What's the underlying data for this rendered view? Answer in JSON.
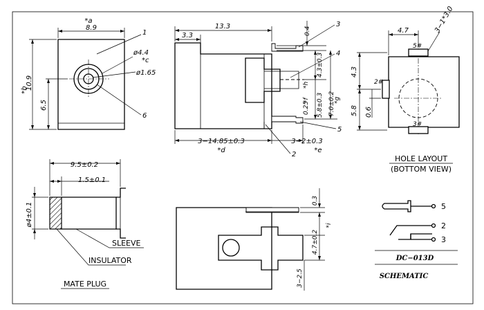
{
  "front_view": {
    "top_ref": "*a",
    "width": "8.9",
    "height_ref": "*b",
    "height": "10.9",
    "center_height": "6.5",
    "outer_dia": "ø4.4",
    "outer_dia_ref": "*c",
    "pin_dia": "ø1.65",
    "callout_1": "1",
    "callout_6": "6"
  },
  "side_view": {
    "overall_length": "13.3",
    "nose_length": "3.3",
    "pin_thickness": "0.4",
    "center_to_top": "4.3±0.3",
    "center_to_top_ref": "*h",
    "pin_offset": "0.25",
    "lower_dim": "5.8±0.3",
    "lower_dim_ref": "*f",
    "right_dim": "7.0±0.2",
    "right_dim_ref": "*g",
    "bottom_length": "3−14.85±0.3",
    "bottom_length_ref": "*d",
    "pin_spacing": "3−2±0.3",
    "pin_spacing_ref": "*e",
    "callout_3": "3",
    "callout_4": "4",
    "callout_5": "5",
    "callout_2": "2"
  },
  "hole_layout": {
    "title": "HOLE LAYOUT",
    "subtitle": "(BOTTOM VIEW)",
    "top_dim": "4.7",
    "hole_spec": "3−1*3.0",
    "left_dim_1": "4.3",
    "left_dim_2": "5.8",
    "left_dim_3": "0.6",
    "pad_5": "5#",
    "pad_2": "2#",
    "pad_3": "3#"
  },
  "mate_plug": {
    "title": "MATE PLUG",
    "total_length": "9.5±0.2",
    "insulator_length": "1.5±0.1",
    "diameter": "ø4±0.1",
    "sleeve_label": "SLEEVE",
    "insulator_label": "INSULATOR"
  },
  "bottom_view": {
    "top_dim": "0.3",
    "right_dim": "4.7±0.2",
    "right_dim_ref": "*i",
    "bottom_dim": "3−2.5"
  },
  "schematic": {
    "pin_5": "5",
    "pin_2": "2",
    "pin_3": "3",
    "part_number": "DC−013D",
    "title": "SCHEMATIC"
  }
}
